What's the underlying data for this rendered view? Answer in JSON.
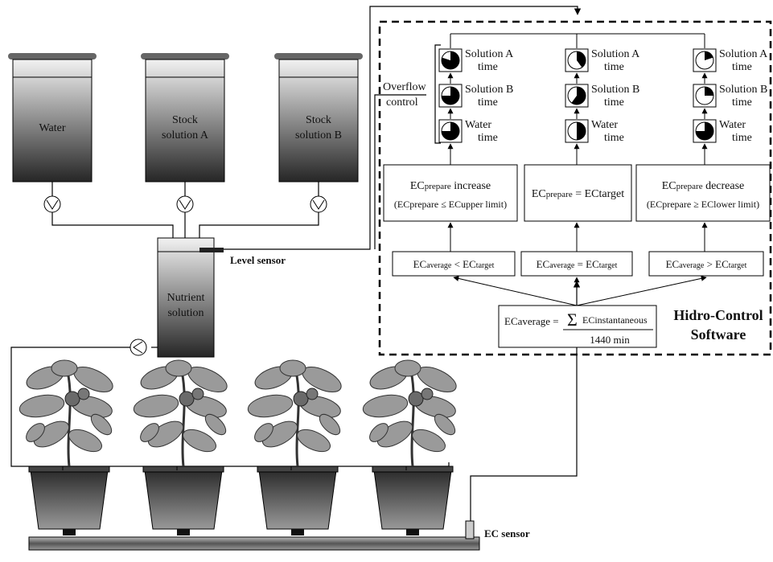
{
  "tanks": [
    {
      "label_lines": [
        "Water"
      ]
    },
    {
      "label_lines": [
        "Stock",
        "solution A"
      ]
    },
    {
      "label_lines": [
        "Stock",
        "solution B"
      ]
    }
  ],
  "nutrient_tank": {
    "label_lines": [
      "Nutrient",
      "solution"
    ]
  },
  "level_sensor_label": "Level sensor",
  "ec_sensor_label": "EC sensor",
  "overflow_label": [
    "Overflow",
    "control"
  ],
  "software_label": [
    "Hidro-Control",
    "Software"
  ],
  "columns": [
    {
      "timers": [
        [
          "Solution A",
          "time"
        ],
        [
          "Solution B",
          "time"
        ],
        [
          "Water",
          "time"
        ]
      ],
      "prepare_box": {
        "line1": {
          "sym": "EC",
          "sub": "prepare",
          "rest": " increase"
        },
        "line2": "(ECprepare ≤ ECupper limit)"
      },
      "avg_box": {
        "lhs_sub": "average",
        "op": " < ",
        "rhs_sub": "target"
      }
    },
    {
      "timers": [
        [
          "Solution A",
          "time"
        ],
        [
          "Solution B",
          "time"
        ],
        [
          "Water",
          "time"
        ]
      ],
      "prepare_box": {
        "line1": {
          "sym": "EC",
          "sub": "prepare",
          "rest": " = ECtarget"
        },
        "line2": ""
      },
      "avg_box": {
        "lhs_sub": "average",
        "op": " = ",
        "rhs_sub": "target"
      }
    },
    {
      "timers": [
        [
          "Solution A",
          "time"
        ],
        [
          "Solution B",
          "time"
        ],
        [
          "Water",
          "time"
        ]
      ],
      "prepare_box": {
        "line1": {
          "sym": "EC",
          "sub": "prepare",
          "rest": " decrease"
        },
        "line2": "(ECprepare ≥ EClower limit)"
      },
      "avg_box": {
        "lhs_sub": "average",
        "op": " > ",
        "rhs_sub": "target"
      }
    }
  ],
  "formula": {
    "lhs": "ECaverage =",
    "sum": "Σ",
    "numerator": "ECinstantaneous",
    "denominator": "1440 min"
  },
  "ec_symbol": "EC",
  "plants_count": 4,
  "colors": {
    "tank_top": "#e8e8e8",
    "tank_bottom": "#2a2a2a",
    "leaf": "#9a9a9a",
    "fruit": "#6a6a6a"
  }
}
